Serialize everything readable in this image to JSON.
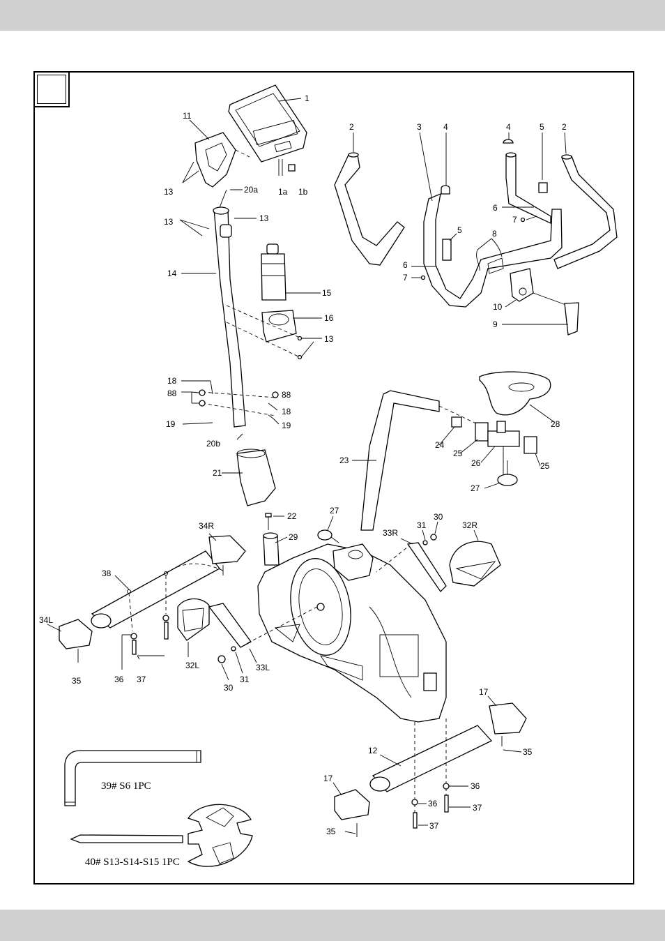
{
  "labels": [
    {
      "id": "p1",
      "text": "1"
    },
    {
      "id": "p11",
      "text": "11"
    },
    {
      "id": "p13a",
      "text": "13"
    },
    {
      "id": "p20a",
      "text": "20a"
    },
    {
      "id": "p1a",
      "text": "1a"
    },
    {
      "id": "p1b",
      "text": "1b"
    },
    {
      "id": "p13b",
      "text": "13"
    },
    {
      "id": "p13c",
      "text": "13"
    },
    {
      "id": "p14",
      "text": "14"
    },
    {
      "id": "p15",
      "text": "15"
    },
    {
      "id": "p16",
      "text": "16"
    },
    {
      "id": "p13d",
      "text": "13"
    },
    {
      "id": "p2a",
      "text": "2"
    },
    {
      "id": "p3",
      "text": "3"
    },
    {
      "id": "p4a",
      "text": "4"
    },
    {
      "id": "p4b",
      "text": "4"
    },
    {
      "id": "p5a",
      "text": "5"
    },
    {
      "id": "p2b",
      "text": "2"
    },
    {
      "id": "p6a",
      "text": "6"
    },
    {
      "id": "p7a",
      "text": "7"
    },
    {
      "id": "p5b",
      "text": "5"
    },
    {
      "id": "p8",
      "text": "8"
    },
    {
      "id": "p6b",
      "text": "6"
    },
    {
      "id": "p7b",
      "text": "7"
    },
    {
      "id": "p10",
      "text": "10"
    },
    {
      "id": "p9",
      "text": "9"
    },
    {
      "id": "p18a",
      "text": "18"
    },
    {
      "id": "p88a",
      "text": "88"
    },
    {
      "id": "p88b",
      "text": "88"
    },
    {
      "id": "p18b",
      "text": "18"
    },
    {
      "id": "p19a",
      "text": "19"
    },
    {
      "id": "p19b",
      "text": "19"
    },
    {
      "id": "p20b",
      "text": "20b"
    },
    {
      "id": "p21",
      "text": "21"
    },
    {
      "id": "p22",
      "text": "22"
    },
    {
      "id": "p29",
      "text": "29"
    },
    {
      "id": "p23",
      "text": "23"
    },
    {
      "id": "p24",
      "text": "24"
    },
    {
      "id": "p25a",
      "text": "25"
    },
    {
      "id": "p26",
      "text": "26"
    },
    {
      "id": "p25b",
      "text": "25"
    },
    {
      "id": "p27a",
      "text": "27"
    },
    {
      "id": "p28",
      "text": "28"
    },
    {
      "id": "p27b",
      "text": "27"
    },
    {
      "id": "p33R",
      "text": "33R"
    },
    {
      "id": "p31a",
      "text": "31"
    },
    {
      "id": "p30a",
      "text": "30"
    },
    {
      "id": "p32R",
      "text": "32R"
    },
    {
      "id": "p34R",
      "text": "34R"
    },
    {
      "id": "p38",
      "text": "38"
    },
    {
      "id": "p34L",
      "text": "34L"
    },
    {
      "id": "p35a",
      "text": "35"
    },
    {
      "id": "p36a",
      "text": "36"
    },
    {
      "id": "p37a",
      "text": "37"
    },
    {
      "id": "p32L",
      "text": "32L"
    },
    {
      "id": "p31b",
      "text": "31"
    },
    {
      "id": "p33L",
      "text": "33L"
    },
    {
      "id": "p30b",
      "text": "30"
    },
    {
      "id": "p17a",
      "text": "17"
    },
    {
      "id": "p35b",
      "text": "35"
    },
    {
      "id": "p12",
      "text": "12"
    },
    {
      "id": "p17b",
      "text": "17"
    },
    {
      "id": "p36b",
      "text": "36"
    },
    {
      "id": "p36c",
      "text": "36"
    },
    {
      "id": "p37b",
      "text": "37"
    },
    {
      "id": "p37c",
      "text": "37"
    },
    {
      "id": "p35c",
      "text": "35"
    }
  ],
  "tools": {
    "allen_key": "39# S6 1PC",
    "wrench": "40# S13-S14-S15 1PC"
  }
}
